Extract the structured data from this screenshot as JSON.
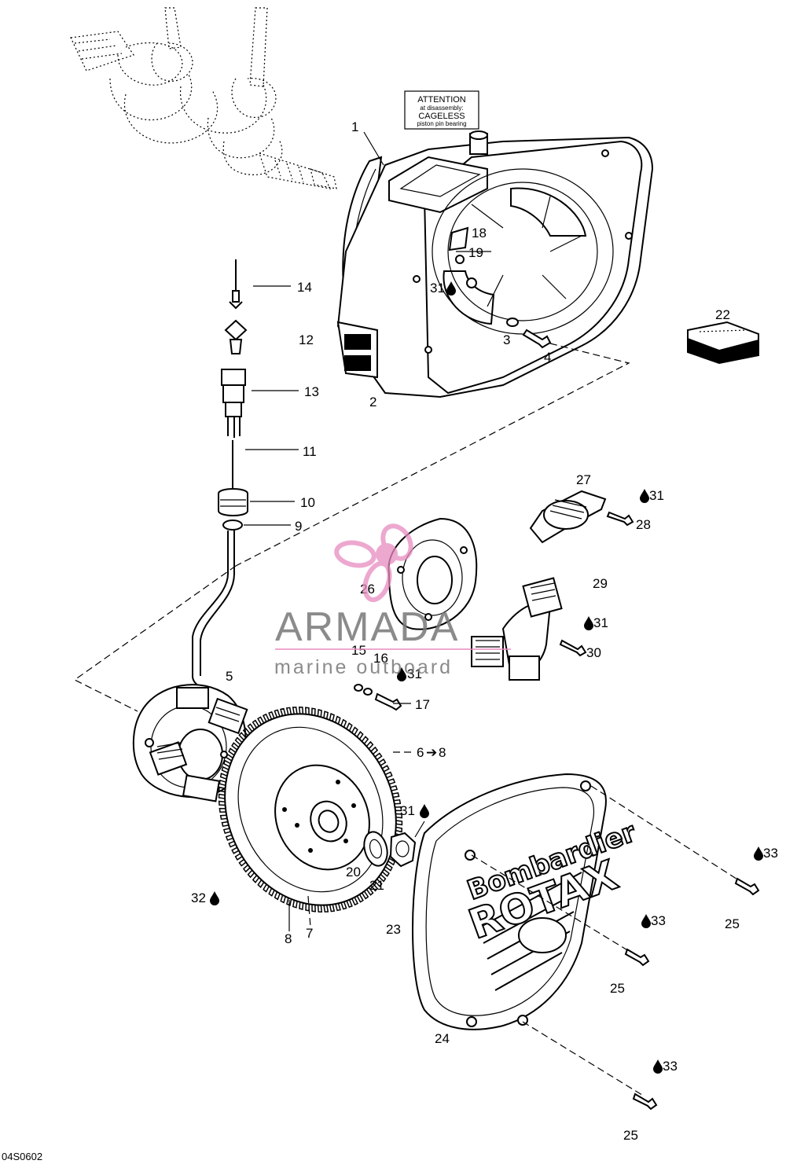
{
  "drawing_code": "04S0602",
  "warning_label": {
    "line1": "ATTENTION",
    "line2": "at disassembly:",
    "line3": "CAGELESS",
    "line4": "piston pin bearing"
  },
  "cover_brand": {
    "line1": "Bombardier",
    "line2": "ROTAX"
  },
  "watermark": {
    "name": "ARMADA",
    "tagline": "marine outboard"
  },
  "callouts": {
    "c1": "1",
    "c2": "2",
    "c3": "3",
    "c4": "4",
    "c5": "5",
    "c6": "6",
    "c6_arrow": "➔",
    "c6_to": "8",
    "c7": "7",
    "c8": "8",
    "c9": "9",
    "c10": "10",
    "c11": "11",
    "c12": "12",
    "c13": "13",
    "c14": "14",
    "c15": "15",
    "c16": "16",
    "c17": "17",
    "c18": "18",
    "c19": "19",
    "c20": "20",
    "c21": "21",
    "c22": "22",
    "c23": "23",
    "c24": "24",
    "c25a": "25",
    "c25b": "25",
    "c25c": "25",
    "c26": "26",
    "c27": "27",
    "c28": "28",
    "c29": "29",
    "c30": "30",
    "c31a": "31",
    "c31b": "31",
    "c31c": "31",
    "c31d": "31",
    "c31e": "31",
    "c32": "32",
    "c33a": "33",
    "c33b": "33",
    "c33c": "33"
  },
  "colors": {
    "line": "#000000",
    "watermark_text": "#777777",
    "watermark_logo": "#e88bbf",
    "background": "#ffffff"
  }
}
